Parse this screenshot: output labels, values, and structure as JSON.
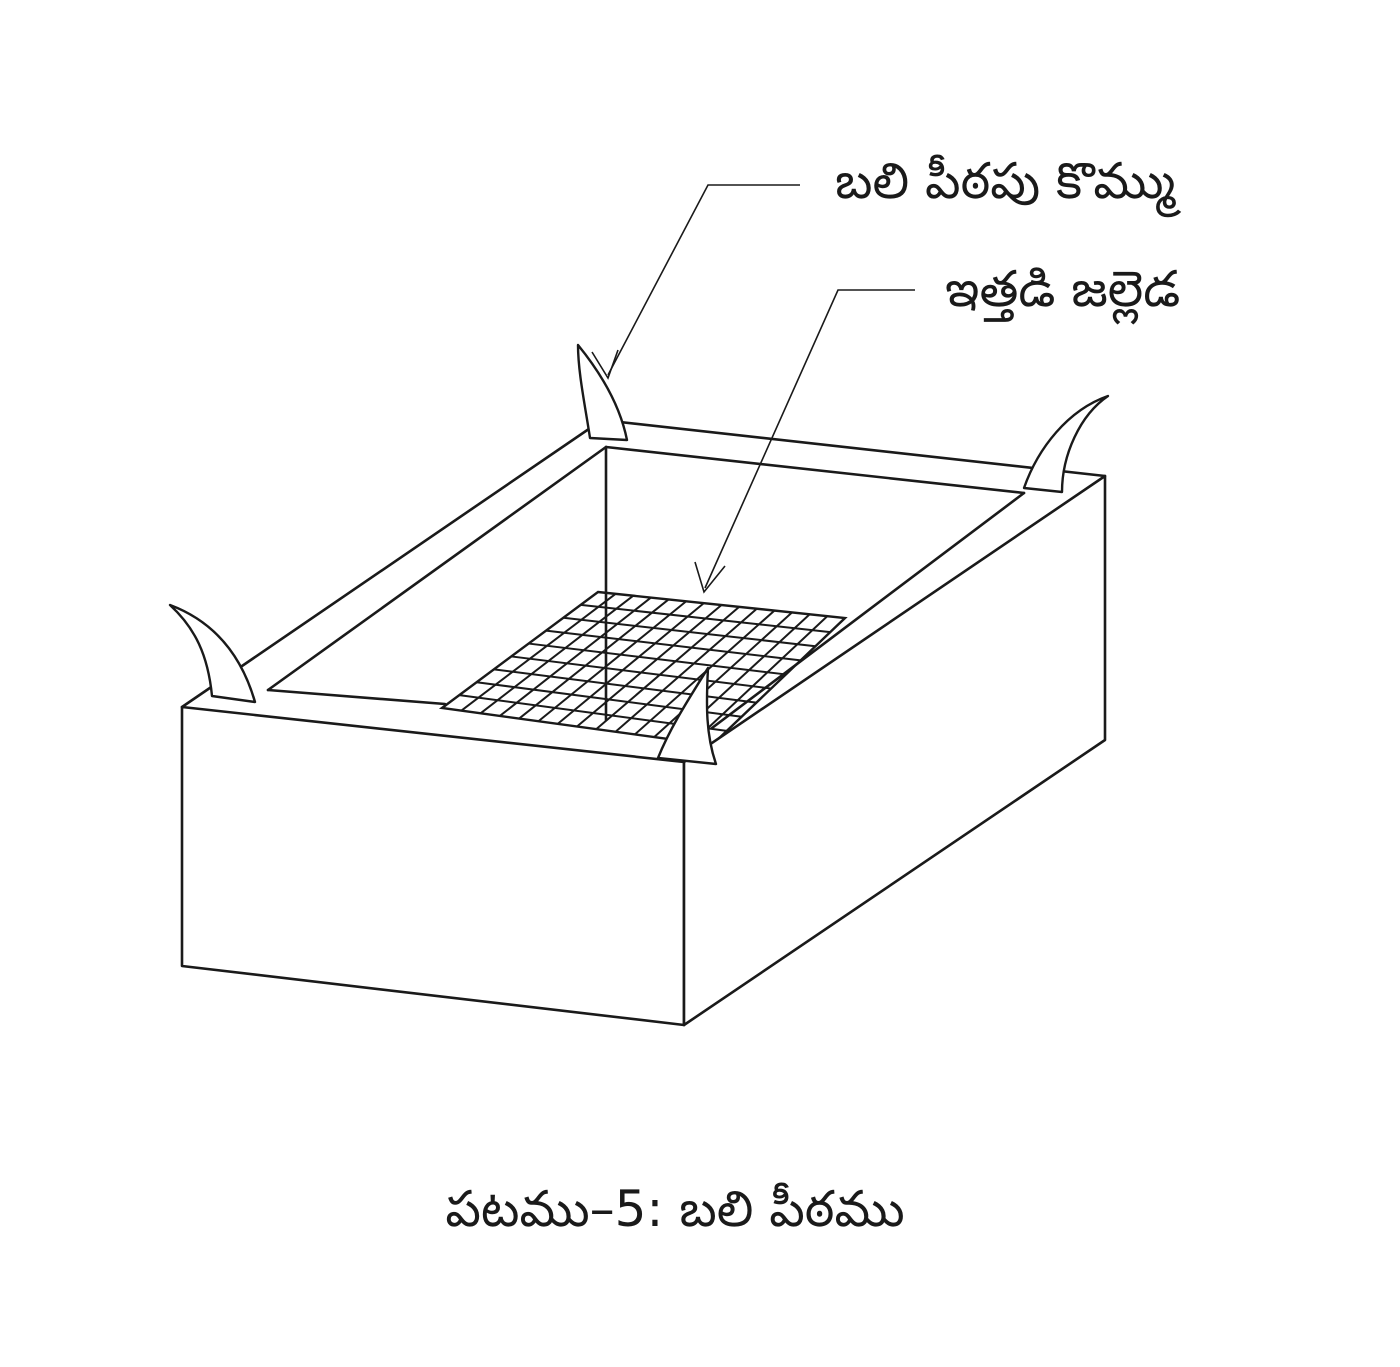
{
  "labels": {
    "horn": "బలి పీఠపు కొమ్ము",
    "grate": "ఇత్తడి జల్లెడ"
  },
  "caption": "పటము–5: బలి పీఠము",
  "colors": {
    "ink": "#1a1a1a",
    "background": "#ffffff"
  }
}
